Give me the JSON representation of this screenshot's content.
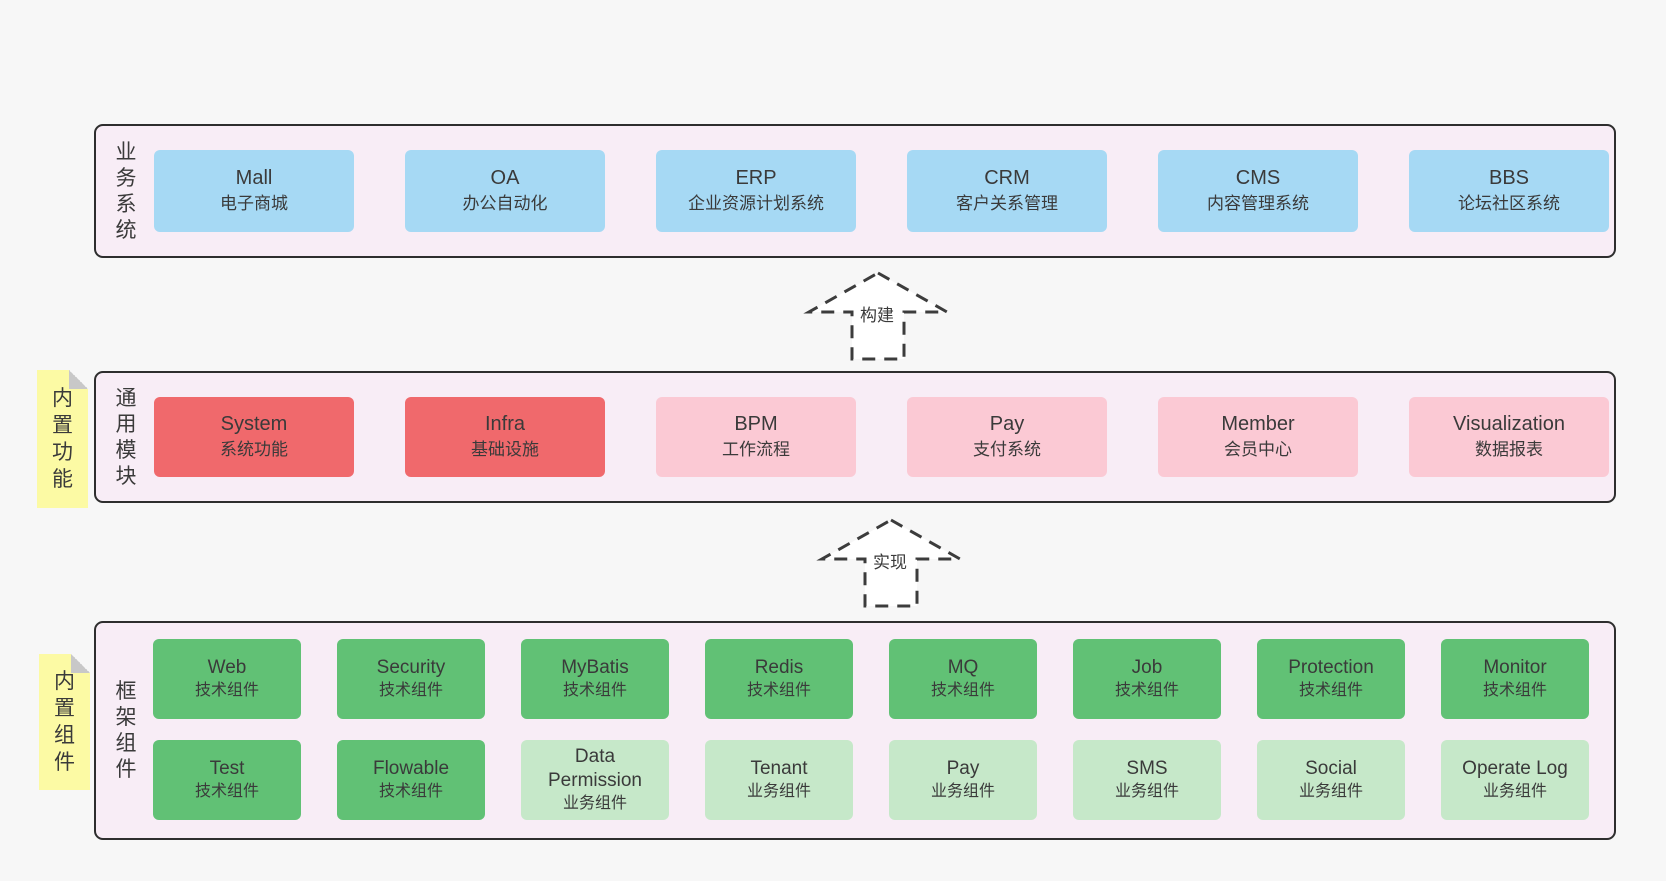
{
  "diagram": {
    "colors": {
      "page_bg": "#f7f7f7",
      "panel_bg": "#f8edf6",
      "panel_border": "#2e2e2e",
      "box_blue": "#a6d9f4",
      "box_red": "#f0696c",
      "box_pink": "#fbc9d4",
      "box_green_dark": "#61c175",
      "box_green_light": "#c6e8c9",
      "note_bg": "#fcfaa4",
      "note_fold": "#c8c8c8",
      "text": "#3a3a3a",
      "arrow_stroke": "#3c3c3c",
      "arrow_fill": "#ffffff"
    },
    "sections": [
      {
        "key": "business",
        "vertical_label": "业务系统",
        "rows": [
          [
            {
              "en": "Mall",
              "zh": "电子商城",
              "variant": "blue"
            },
            {
              "en": "OA",
              "zh": "办公自动化",
              "variant": "blue"
            },
            {
              "en": "ERP",
              "zh": "企业资源计划系统",
              "variant": "blue"
            },
            {
              "en": "CRM",
              "zh": "客户关系管理",
              "variant": "blue"
            },
            {
              "en": "CMS",
              "zh": "内容管理系统",
              "variant": "blue"
            },
            {
              "en": "BBS",
              "zh": "论坛社区系统",
              "variant": "blue"
            }
          ]
        ]
      },
      {
        "key": "modules",
        "vertical_label": "通用模块",
        "note": "内置功能",
        "rows": [
          [
            {
              "en": "System",
              "zh": "系统功能",
              "variant": "red"
            },
            {
              "en": "Infra",
              "zh": "基础设施",
              "variant": "red"
            },
            {
              "en": "BPM",
              "zh": "工作流程",
              "variant": "pink"
            },
            {
              "en": "Pay",
              "zh": "支付系统",
              "variant": "pink"
            },
            {
              "en": "Member",
              "zh": "会员中心",
              "variant": "pink"
            },
            {
              "en": "Visualization",
              "zh": "数据报表",
              "variant": "pink"
            }
          ]
        ]
      },
      {
        "key": "framework",
        "vertical_label": "框架组件",
        "note": "内置组件",
        "rows": [
          [
            {
              "en": "Web",
              "zh": "技术组件",
              "variant": "green_dark"
            },
            {
              "en": "Security",
              "zh": "技术组件",
              "variant": "green_dark"
            },
            {
              "en": "MyBatis",
              "zh": "技术组件",
              "variant": "green_dark"
            },
            {
              "en": "Redis",
              "zh": "技术组件",
              "variant": "green_dark"
            },
            {
              "en": "MQ",
              "zh": "技术组件",
              "variant": "green_dark"
            },
            {
              "en": "Job",
              "zh": "技术组件",
              "variant": "green_dark"
            },
            {
              "en": "Protection",
              "zh": "技术组件",
              "variant": "green_dark"
            },
            {
              "en": "Monitor",
              "zh": "技术组件",
              "variant": "green_dark"
            }
          ],
          [
            {
              "en": "Test",
              "zh": "技术组件",
              "variant": "green_dark"
            },
            {
              "en": "Flowable",
              "zh": "技术组件",
              "variant": "green_dark"
            },
            {
              "en": "Data Permission",
              "zh": "业务组件",
              "variant": "green_light"
            },
            {
              "en": "Tenant",
              "zh": "业务组件",
              "variant": "green_light"
            },
            {
              "en": "Pay",
              "zh": "业务组件",
              "variant": "green_light"
            },
            {
              "en": "SMS",
              "zh": "业务组件",
              "variant": "green_light"
            },
            {
              "en": "Social",
              "zh": "业务组件",
              "variant": "green_light"
            },
            {
              "en": "Operate Log",
              "zh": "业务组件",
              "variant": "green_light"
            }
          ]
        ]
      }
    ],
    "arrows": [
      {
        "label": "构建"
      },
      {
        "label": "实现"
      }
    ]
  }
}
